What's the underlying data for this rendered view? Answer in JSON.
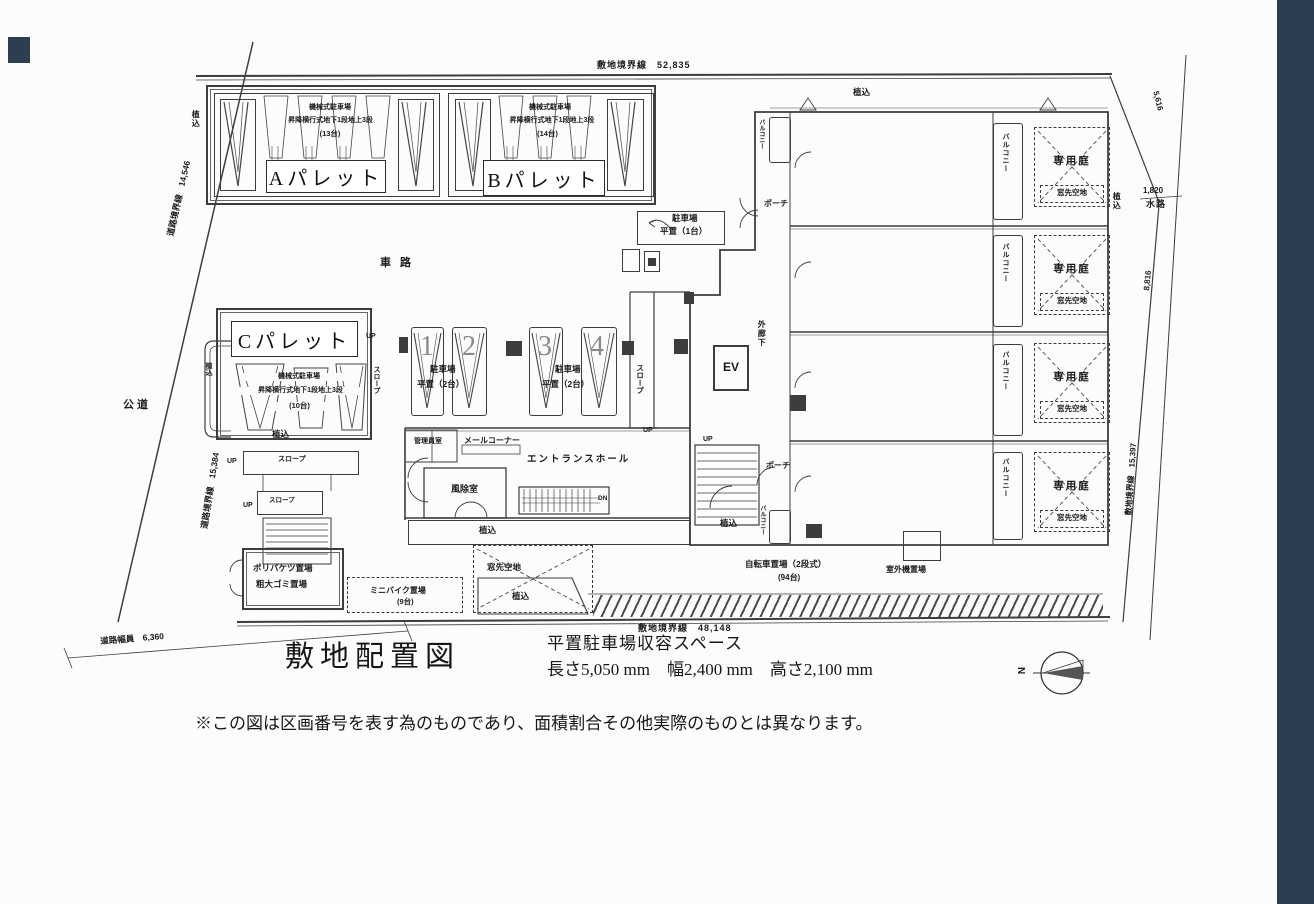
{
  "colors": {
    "scan_bar": "#2d3e50",
    "line": "#3d3d3d",
    "text": "#1a1a1a"
  },
  "boundaries": {
    "top": "敷地境界線　52,835",
    "bottom": "敷地境界線　48,148",
    "left_upper": "道路境界線　14,546",
    "left_lower": "道路境界線　15,384",
    "right_upper": "5,616",
    "waterway_width": "1,820",
    "waterway": "水路",
    "right_mid": "8,816",
    "right_lower": "敷地境界線　15,397",
    "road_width": "道路幅員　6,360",
    "public_road": "公道"
  },
  "pallets": {
    "a": {
      "name": "Aパレット",
      "desc1": "機械式駐車場",
      "desc2": "昇降横行式地下1段地上3段",
      "capacity": "(13台)"
    },
    "b": {
      "name": "Bパレット",
      "desc1": "機械式駐車場",
      "desc2": "昇降横行式地下1段地上3段",
      "capacity": "(14台)"
    },
    "c": {
      "name": "Cパレット",
      "desc1": "機械式駐車場",
      "desc2": "昇降横行式地下1段地上3段",
      "capacity": "(10台)"
    }
  },
  "labels": {
    "roadway": "車路",
    "parking_lot": "駐車場",
    "flat1": "平置（1台）",
    "flat2": "平置（2台）",
    "entrance_hall": "エントランスホール",
    "windbreak": "風除室",
    "mail_corner": "メールコーナー",
    "manager_room": "管理員室",
    "ev": "EV",
    "porch": "ポーチ",
    "corridor": "外廊下",
    "balcony": "バルコニー",
    "garden": "専用庭",
    "window_space": "窓先空地",
    "uekomi": "植込",
    "slope": "スロープ",
    "up": "UP",
    "dn": "DN",
    "poly1": "ポリバケツ置場",
    "poly2": "粗大ゴミ置場",
    "minibike": "ミニバイク置場",
    "minibike_cap": "(9台)",
    "bicycle": "自転車置場（2段式）",
    "bicycle_cap": "(94台)",
    "outdoor_unit": "室外機置場"
  },
  "stalls": [
    "1",
    "2",
    "3",
    "4"
  ],
  "title_block": {
    "drawing_title": "敷地配置図",
    "spec_title": "平置駐車場収容スペース",
    "spec_dims": "長さ5,050 mm　幅2,400 mm　高さ2,100 mm",
    "note": "※この図は区画番号を表す為のものであり、面積割合その他実際のものとは異なります。",
    "compass": "N"
  }
}
